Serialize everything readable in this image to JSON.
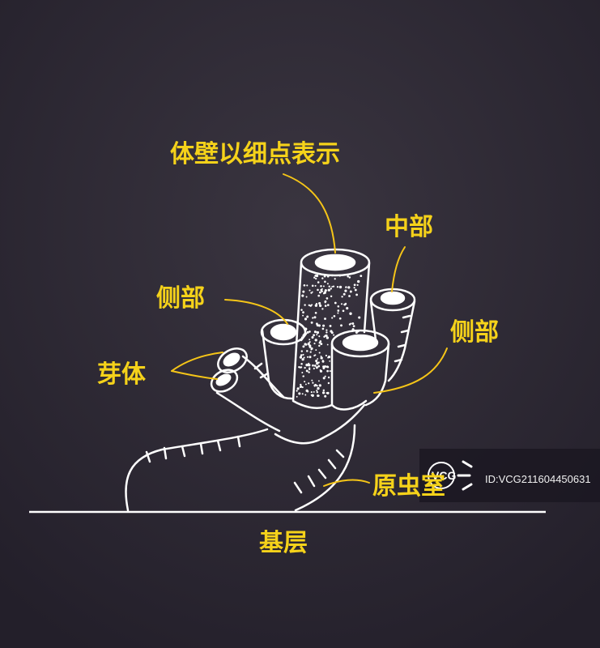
{
  "colors": {
    "background": "#2a2530",
    "line": "#ffffff",
    "label": "#f5d21a",
    "leader": "#f5c518"
  },
  "labels": {
    "body_wall": "体壁以细点表示",
    "middle": "中部",
    "side_left": "侧部",
    "side_right": "侧部",
    "bud": "芽体",
    "protocoel": "原虫室",
    "base": "基层"
  },
  "watermark": {
    "logo": "VCG",
    "id": "ID:VCG211604450631"
  }
}
